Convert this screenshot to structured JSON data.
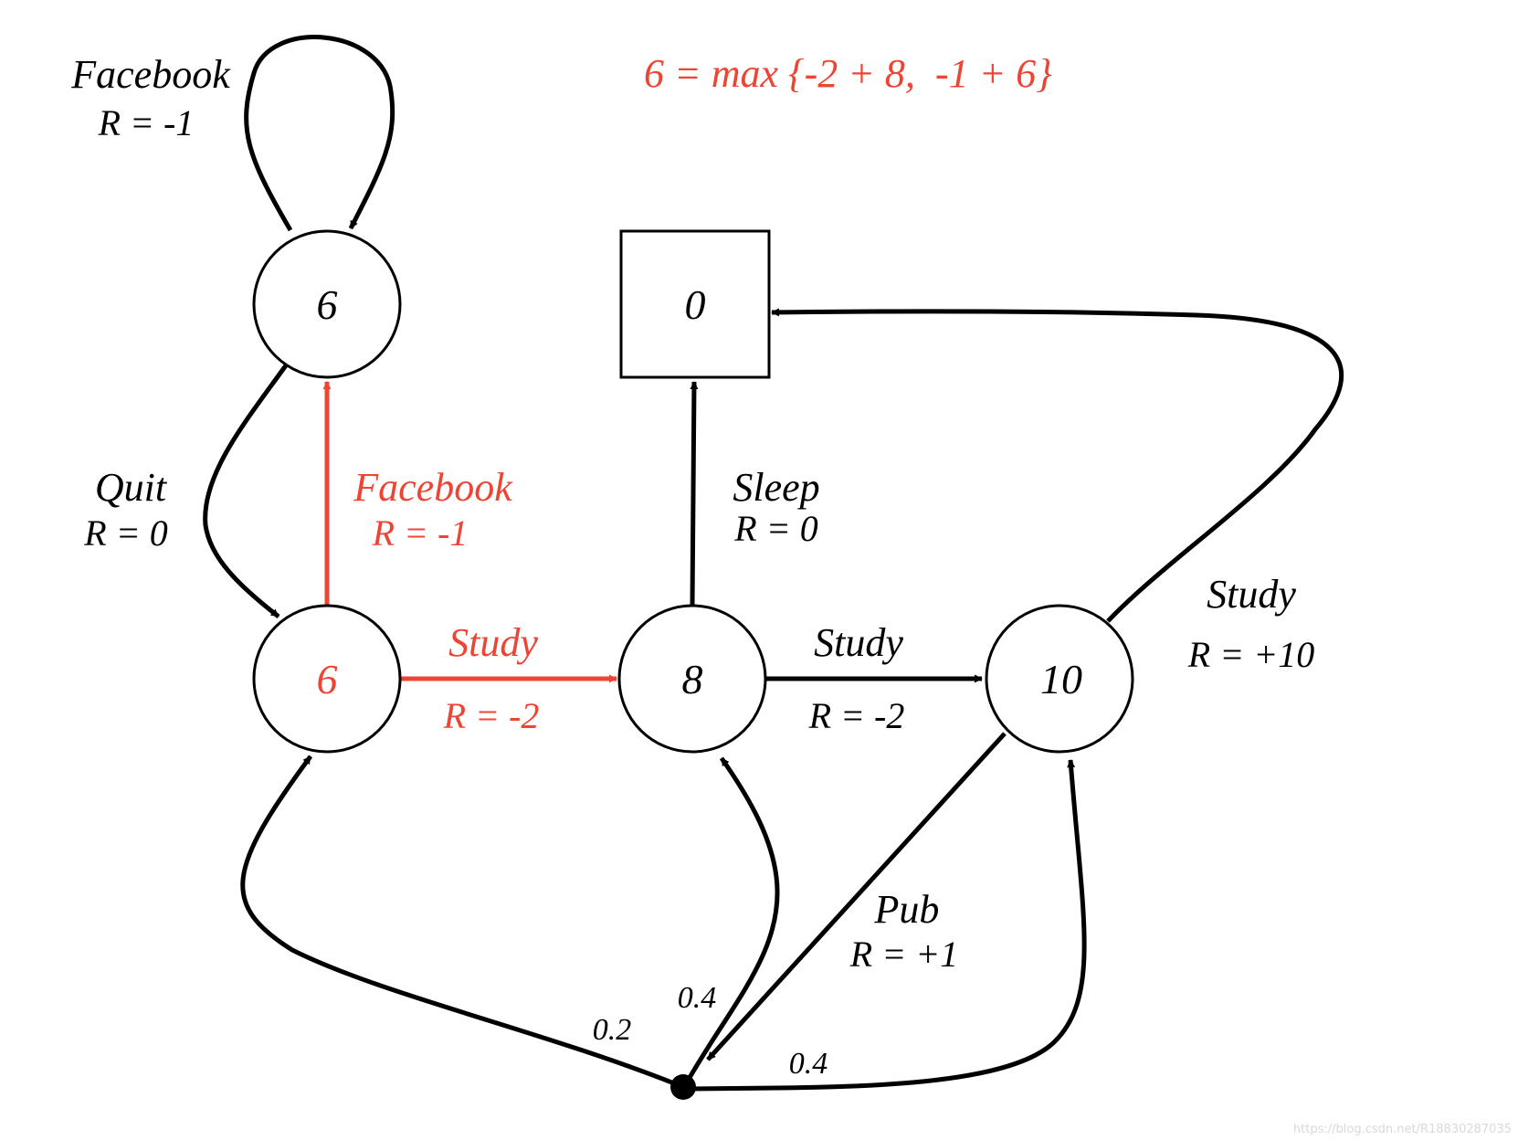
{
  "colors": {
    "highlight": "#ee4433",
    "ink": "#000000",
    "watermark": "#d9d9d9"
  },
  "equation": "6 = max {-2 + 8,  -1 + 6}",
  "states": {
    "facebook_state": {
      "value": "6"
    },
    "class1": {
      "value": "6"
    },
    "class2": {
      "value": "8"
    },
    "class3": {
      "value": "10"
    },
    "sleep": {
      "value": "0"
    }
  },
  "transitions": {
    "facebook_loop": {
      "action": "Facebook",
      "reward": "R = -1"
    },
    "quit": {
      "action": "Quit",
      "reward": "R = 0"
    },
    "facebook": {
      "action": "Facebook",
      "reward": "R = -1"
    },
    "study1": {
      "action": "Study",
      "reward": "R = -2"
    },
    "study2": {
      "action": "Study",
      "reward": "R = -2"
    },
    "sleep": {
      "action": "Sleep",
      "reward": "R = 0"
    },
    "study3": {
      "action": "Study",
      "reward": "R = +10"
    },
    "pub": {
      "action": "Pub",
      "reward": "R = +1"
    }
  },
  "probabilities": {
    "to_class1": "0.2",
    "to_class2": "0.4",
    "to_class3": "0.4"
  },
  "watermark": "https://blog.csdn.net/R18830287035"
}
